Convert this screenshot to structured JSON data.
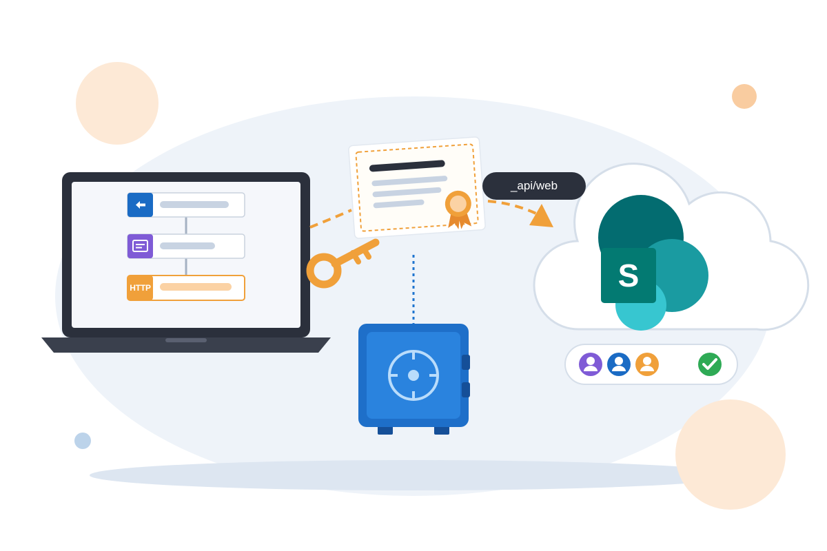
{
  "labels": {
    "api_endpoint": "_api/web",
    "http_step": "HTTP",
    "sharepoint_letter": "S"
  },
  "icons": {
    "flow_step_1": "arrow-left-icon",
    "flow_step_2": "message-box-icon",
    "flow_step_3": "http-icon",
    "key": "key-icon",
    "certificate": "certificate-icon",
    "vault": "vault-safe-icon",
    "sharepoint": "sharepoint-logo-icon",
    "users": [
      "user-icon-purple",
      "user-icon-blue",
      "user-icon-orange"
    ],
    "status": "check-circle-icon"
  },
  "colors": {
    "laptop": "#2b303c",
    "flow_blue": "#1a6bc4",
    "flow_purple": "#7f5bd6",
    "flow_orange": "#f0a03a",
    "key_orange": "#f0a03a",
    "vault_blue": "#1f74cf",
    "sharepoint_dark_teal": "#036c70",
    "sharepoint_teal": "#1a9ba1",
    "sharepoint_light_teal": "#37c6d0",
    "success_green": "#2eaa55"
  }
}
